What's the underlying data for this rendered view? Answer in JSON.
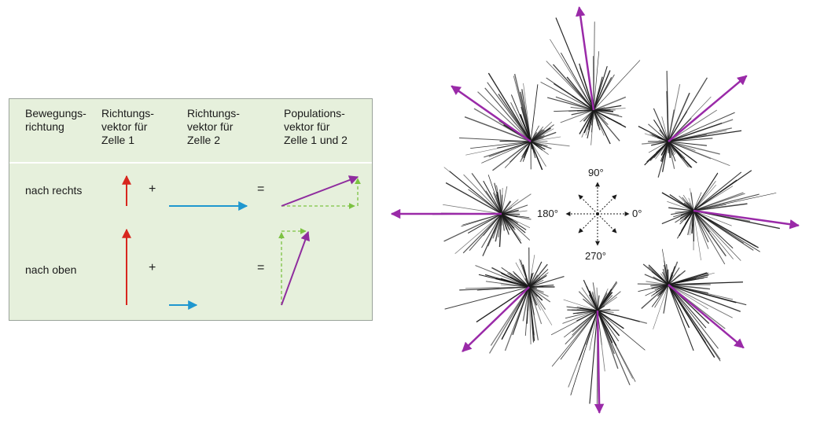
{
  "table": {
    "headers": [
      {
        "id": "movement",
        "text": "Bewegungs-\nrichtung"
      },
      {
        "id": "cell1",
        "text": "Richtungs-\nvektor für\nZelle 1"
      },
      {
        "id": "cell2",
        "text": "Richtungs-\nvektor für\nZelle 2"
      },
      {
        "id": "population",
        "text": "Populations-\nvektor für\nZelle 1 und 2"
      }
    ],
    "rows": [
      {
        "label": "nach rechts",
        "plus": "+",
        "equals": "="
      },
      {
        "label": "nach oben",
        "plus": "+",
        "equals": "="
      }
    ],
    "colors": {
      "cell1_vector": "#d7261e",
      "cell2_vector": "#1f97cf",
      "population_vector": "#8f2d9e",
      "component_dashed": "#7cc242",
      "panel_background": "#e6f0dc"
    }
  },
  "rosette": {
    "axis_labels": {
      "deg0": "0°",
      "deg90": "90°",
      "deg180": "180°",
      "deg270": "270°"
    },
    "colors": {
      "population_vector": "#9a2aa8",
      "cell_vectors": "#1a1a1a"
    }
  }
}
